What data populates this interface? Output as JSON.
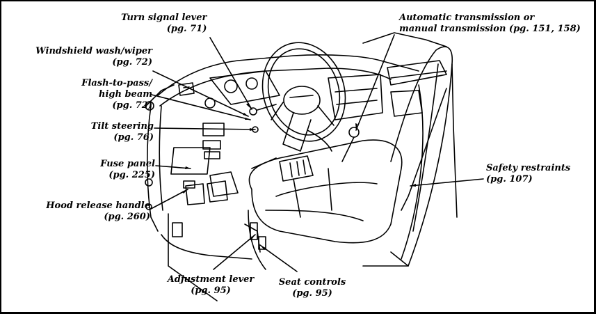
{
  "callouts": {
    "turn_signal": {
      "name": "Turn signal lever",
      "page": "(pg. 71)"
    },
    "transmission": {
      "name": "Automatic transmission or",
      "name2": "manual transmission (pg. 151, 158)"
    },
    "wiper": {
      "name": "Windshield wash/wiper",
      "page": "(pg. 72)"
    },
    "flash": {
      "name": "Flash-to-pass/",
      "name2": "high beam",
      "page": "(pg. 72)"
    },
    "tilt": {
      "name": "Tilt steering",
      "page": "(pg. 76)"
    },
    "fuse": {
      "name": "Fuse panel",
      "page": "(pg. 225)"
    },
    "hood": {
      "name": "Hood release handle",
      "page": "(pg. 260)"
    },
    "restraints": {
      "name": "Safety restraints",
      "page": "(pg. 107)"
    },
    "adjustment": {
      "name": "Adjustment lever",
      "page": "(pg. 95)"
    },
    "seat": {
      "name": "Seat controls",
      "page": "(pg. 95)"
    }
  },
  "colors": {
    "line": "#000000",
    "background": "#ffffff"
  }
}
